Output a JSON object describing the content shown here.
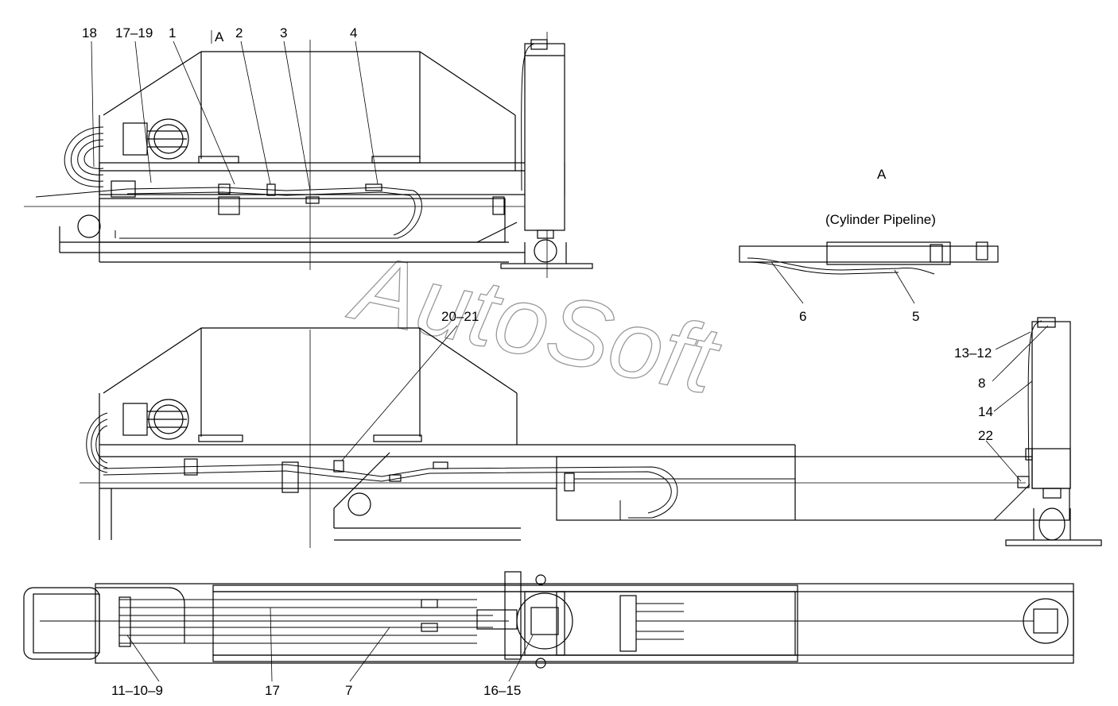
{
  "watermark": "AutoSoft",
  "section_view": {
    "marker": "A",
    "title": "A",
    "subtitle": "(Cylinder Pipeline)"
  },
  "callouts": {
    "c18": "18",
    "c17_19": "17–19",
    "c1": "1",
    "c2": "2",
    "c3": "3",
    "c4": "4",
    "c6": "6",
    "c5": "5",
    "c20_21": "20–21",
    "c13_12": "13–12",
    "c8": "8",
    "c14": "14",
    "c22": "22",
    "c11_10_9": "11–10–9",
    "c17b": "17",
    "c7": "7",
    "c16_15": "16–15"
  }
}
